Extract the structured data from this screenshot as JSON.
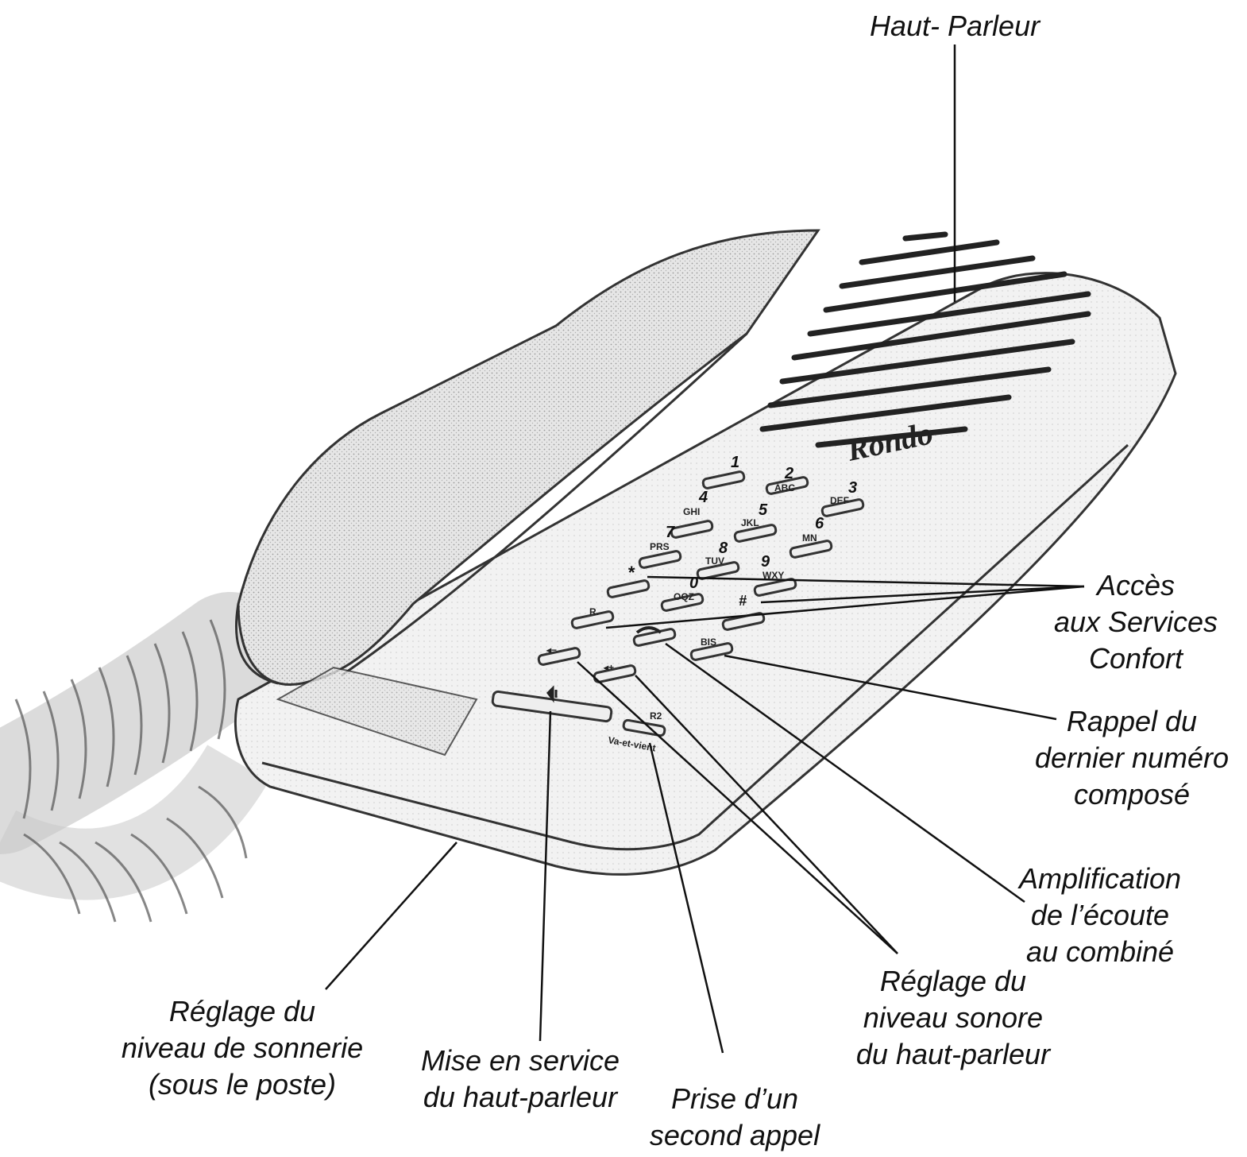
{
  "brand": "Rondo",
  "keypad": {
    "keys": [
      {
        "digit": "1",
        "letters": ""
      },
      {
        "digit": "2",
        "letters": "ABC"
      },
      {
        "digit": "3",
        "letters": "DEF"
      },
      {
        "digit": "4",
        "letters": "GHI"
      },
      {
        "digit": "5",
        "letters": "JKL"
      },
      {
        "digit": "6",
        "letters": "MN"
      },
      {
        "digit": "7",
        "letters": "PRS"
      },
      {
        "digit": "8",
        "letters": "TUV"
      },
      {
        "digit": "9",
        "letters": "WXY"
      },
      {
        "digit": "*",
        "letters": ""
      },
      {
        "digit": "0",
        "letters": "OQZ"
      },
      {
        "digit": "#",
        "letters": ""
      }
    ],
    "r_key": "R.",
    "bis_key": "BIS",
    "vol_minus": "◂−",
    "vol_plus": "◂+",
    "r2_key": "R2",
    "va_et_vient": "Va-et-vient"
  },
  "labels": {
    "haut_parleur": [
      "Haut-  Parleur"
    ],
    "acces_services": [
      "Accès",
      "aux Services",
      "Confort"
    ],
    "rappel": [
      "Rappel du",
      "dernier numéro",
      "composé"
    ],
    "amplification": [
      "Amplification",
      "de l’écoute",
      "au combiné"
    ],
    "reglage_hp": [
      "Réglage du",
      "niveau sonore",
      "du haut-parleur"
    ],
    "reglage_sonnerie": [
      "Réglage du",
      "niveau de sonnerie",
      "(sous le poste)"
    ],
    "mise_en_service": [
      "Mise en service",
      "du haut-parleur"
    ],
    "prise_second": [
      "Prise  d’un",
      "second appel"
    ]
  }
}
